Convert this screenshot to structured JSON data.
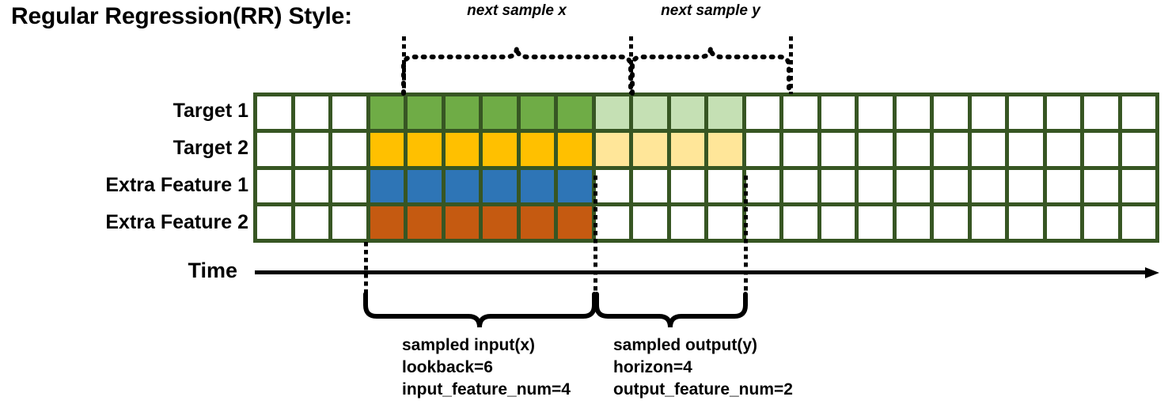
{
  "title": "Regular Regression(RR) Style:",
  "annotations": {
    "next_sample_x": "next sample x",
    "next_sample_y": "next sample y"
  },
  "axis": {
    "time_label": "Time",
    "arrow_icon": "right-arrow-icon"
  },
  "rows": [
    {
      "label": "Target 1",
      "fill_input": "#6FAC46",
      "fill_output": "#C5E0B4"
    },
    {
      "label": "Target 2",
      "fill_input": "#FFC000",
      "fill_output": "#FFE699"
    },
    {
      "label": "Extra Feature 1",
      "fill_input": "#2E75B6",
      "fill_output": null
    },
    {
      "label": "Extra Feature 2",
      "fill_input": "#C55A11",
      "fill_output": null
    }
  ],
  "grid": {
    "columns": 24,
    "rows": 4,
    "input_start_col": 3,
    "input_end_col": 9,
    "output_start_col": 9,
    "output_end_col": 13,
    "border_color": "#375623",
    "empty_fill": "#FFFFFF"
  },
  "braces": {
    "input": {
      "heading": "sampled input(x)",
      "line2": "lookback=6",
      "line3": "input_feature_num=4"
    },
    "output": {
      "heading": "sampled output(y)",
      "line2": "horizon=4",
      "line3": "output_feature_num=2"
    }
  },
  "colors": {
    "grid_border": "#375623",
    "target1": "#6FAC46",
    "target1_light": "#C5E0B4",
    "target2": "#FFC000",
    "target2_light": "#FFE699",
    "feature1": "#2E75B6",
    "feature2": "#C55A11",
    "ink": "#000000"
  }
}
